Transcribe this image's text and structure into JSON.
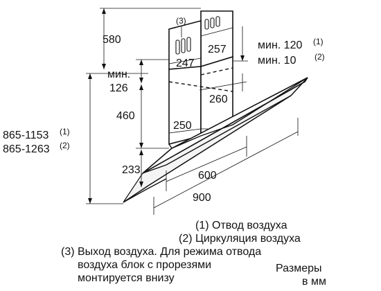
{
  "dimensions": {
    "d580": "580",
    "d257": "257",
    "d247": "247",
    "d_min": "мин.",
    "d126": "126",
    "d460": "460",
    "d260": "260",
    "d250": "250",
    "d233": "233",
    "d600": "600",
    "d900": "900",
    "h1": "865-1153",
    "h1_ref": "(1)",
    "h2": "865-1263",
    "h2_ref": "(2)",
    "min120": "мин. 120",
    "min120_ref": "(1)",
    "min10": "мин. 10",
    "min10_ref": "(2)",
    "slot_ref": "(3)"
  },
  "notes": {
    "n1": "(1) Отвод воздуха",
    "n2": "(2) Циркуляция воздуха",
    "n3_line1": "(3) Выход воздуха. Для режима отвода",
    "n3_line2": "воздуха блок с прорезями",
    "n3_line3": "монтируется внизу",
    "units_line1": "Размеры",
    "units_line2": "в мм"
  }
}
